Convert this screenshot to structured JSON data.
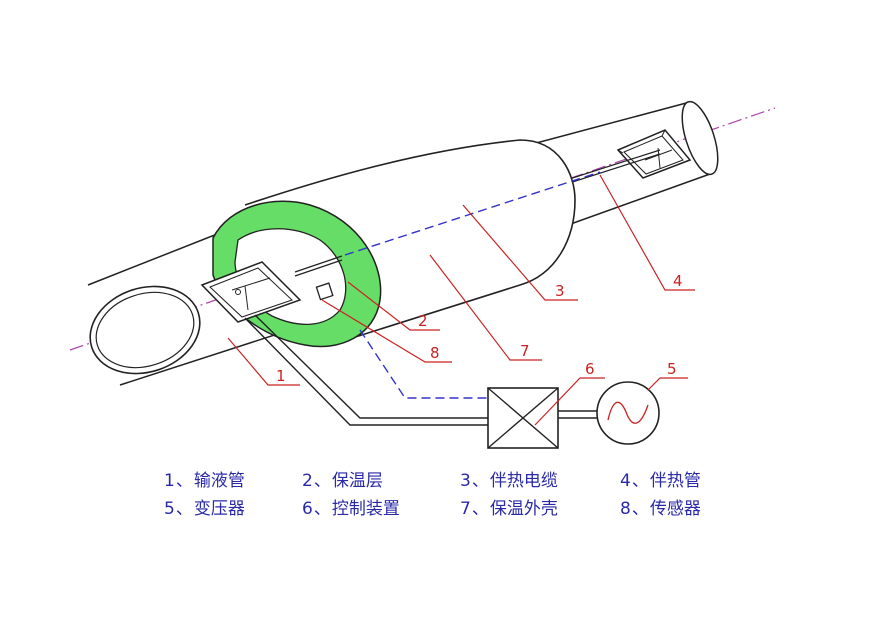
{
  "callouts": [
    {
      "id": "1",
      "label": "1"
    },
    {
      "id": "2",
      "label": "2"
    },
    {
      "id": "3",
      "label": "3"
    },
    {
      "id": "4",
      "label": "4"
    },
    {
      "id": "5",
      "label": "5"
    },
    {
      "id": "6",
      "label": "6"
    },
    {
      "id": "7",
      "label": "7"
    },
    {
      "id": "8",
      "label": "8"
    }
  ],
  "legend": {
    "row1": [
      {
        "num": "1、",
        "text": "输液管"
      },
      {
        "num": "2、",
        "text": "保温层"
      },
      {
        "num": "3、",
        "text": "伴热电缆"
      },
      {
        "num": "4、",
        "text": "伴热管"
      }
    ],
    "row2": [
      {
        "num": "5、",
        "text": "变压器"
      },
      {
        "num": "6、",
        "text": "控制装置"
      },
      {
        "num": "7、",
        "text": "保温外壳"
      },
      {
        "num": "8、",
        "text": "传感器"
      }
    ]
  },
  "colors": {
    "insulation": "#66dd66",
    "outline": "#222222",
    "callout": "#cc2222",
    "cable": "#3333cc",
    "axis": "#aa44aa",
    "legend_text": "#2a2aa8"
  }
}
